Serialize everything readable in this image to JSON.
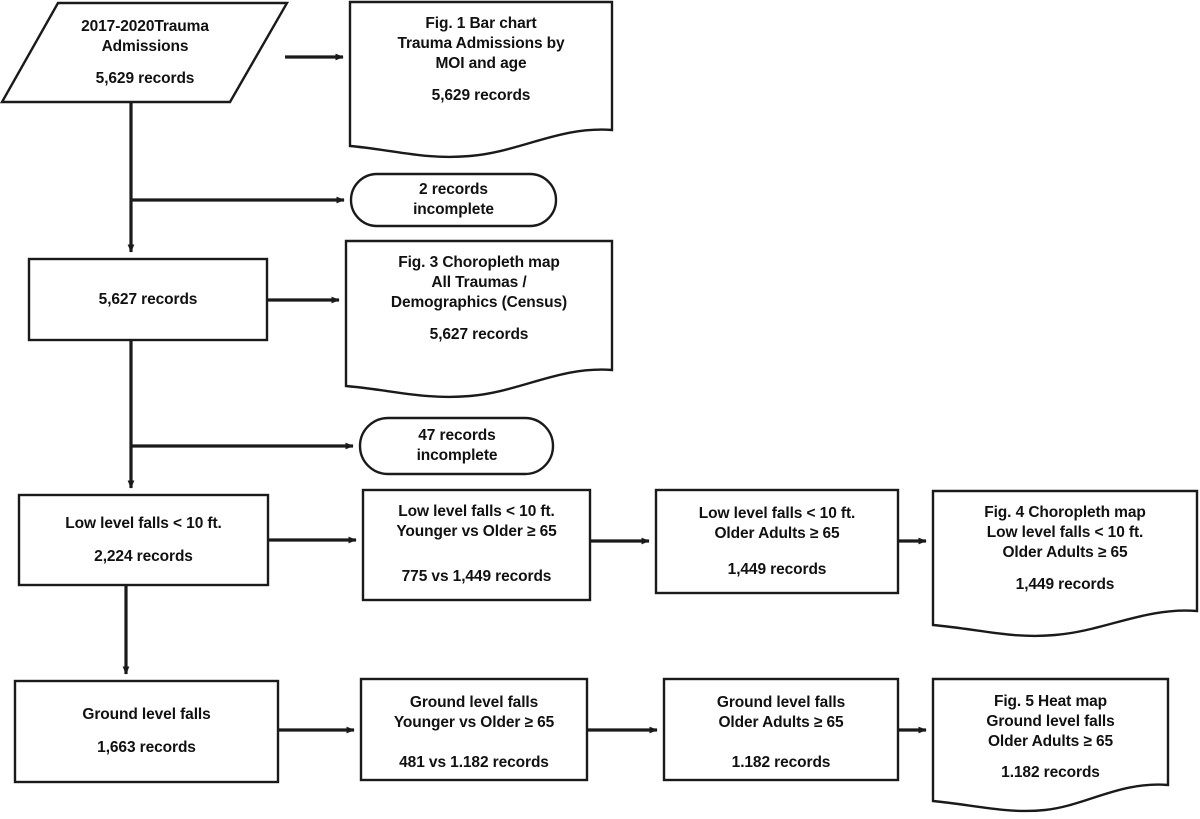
{
  "diagram": {
    "title": "Trauma admissions data flow diagram",
    "stroke_color": "#1a1a1a",
    "text_color": "#111111",
    "background": "#ffffff",
    "nodes": [
      {
        "id": "source-admissions",
        "shape": "parallelogram",
        "lines": [
          "2017-2020Trauma",
          "Admissions"
        ],
        "records": "5,629 records"
      },
      {
        "id": "fig1-bar-chart",
        "shape": "document",
        "lines": [
          "Fig. 1 Bar chart",
          "Trauma Admissions by",
          "MOI and age"
        ],
        "records": "5,629 records"
      },
      {
        "id": "exclusion-2-records",
        "shape": "pill",
        "lines": [
          "2 records",
          "incomplete"
        ],
        "records": ""
      },
      {
        "id": "records-5627",
        "shape": "rect",
        "lines": [],
        "records": "5,627 records"
      },
      {
        "id": "fig3-choropleth-map",
        "shape": "document",
        "lines": [
          "Fig. 3 Choropleth map",
          "All Traumas /",
          "Demographics (Census)"
        ],
        "records": "5,627 records"
      },
      {
        "id": "exclusion-47-records",
        "shape": "pill",
        "lines": [
          "47 records",
          "incomplete"
        ],
        "records": ""
      },
      {
        "id": "low-level-falls",
        "shape": "rect",
        "lines": [
          "Low level falls < 10 ft."
        ],
        "records": "2,224 records"
      },
      {
        "id": "low-level-falls-younger-vs-older",
        "shape": "rect",
        "lines": [
          "Low level falls < 10 ft.",
          "Younger vs Older ≥ 65"
        ],
        "records": "775 vs 1,449 records"
      },
      {
        "id": "low-level-falls-older-adults",
        "shape": "rect",
        "lines": [
          "Low level falls < 10 ft.",
          "Older Adults ≥ 65"
        ],
        "records": "1,449 records"
      },
      {
        "id": "fig4-choropleth-map",
        "shape": "document",
        "lines": [
          "Fig. 4 Choropleth map",
          "Low level falls < 10 ft.",
          "Older Adults ≥ 65"
        ],
        "records": "1,449 records"
      },
      {
        "id": "ground-level-falls",
        "shape": "rect",
        "lines": [
          "Ground level falls"
        ],
        "records": "1,663 records"
      },
      {
        "id": "ground-level-falls-younger-vs-older",
        "shape": "rect",
        "lines": [
          "Ground level falls",
          "Younger vs Older ≥ 65"
        ],
        "records": "481 vs 1.182 records"
      },
      {
        "id": "ground-level-falls-older-adults",
        "shape": "rect",
        "lines": [
          "Ground level falls",
          "Older Adults ≥ 65"
        ],
        "records": "1.182 records"
      },
      {
        "id": "fig5-heat-map",
        "shape": "document",
        "lines": [
          "Fig. 5 Heat map",
          "Ground level falls",
          "Older Adults ≥ 65"
        ],
        "records": "1.182 records"
      }
    ]
  }
}
